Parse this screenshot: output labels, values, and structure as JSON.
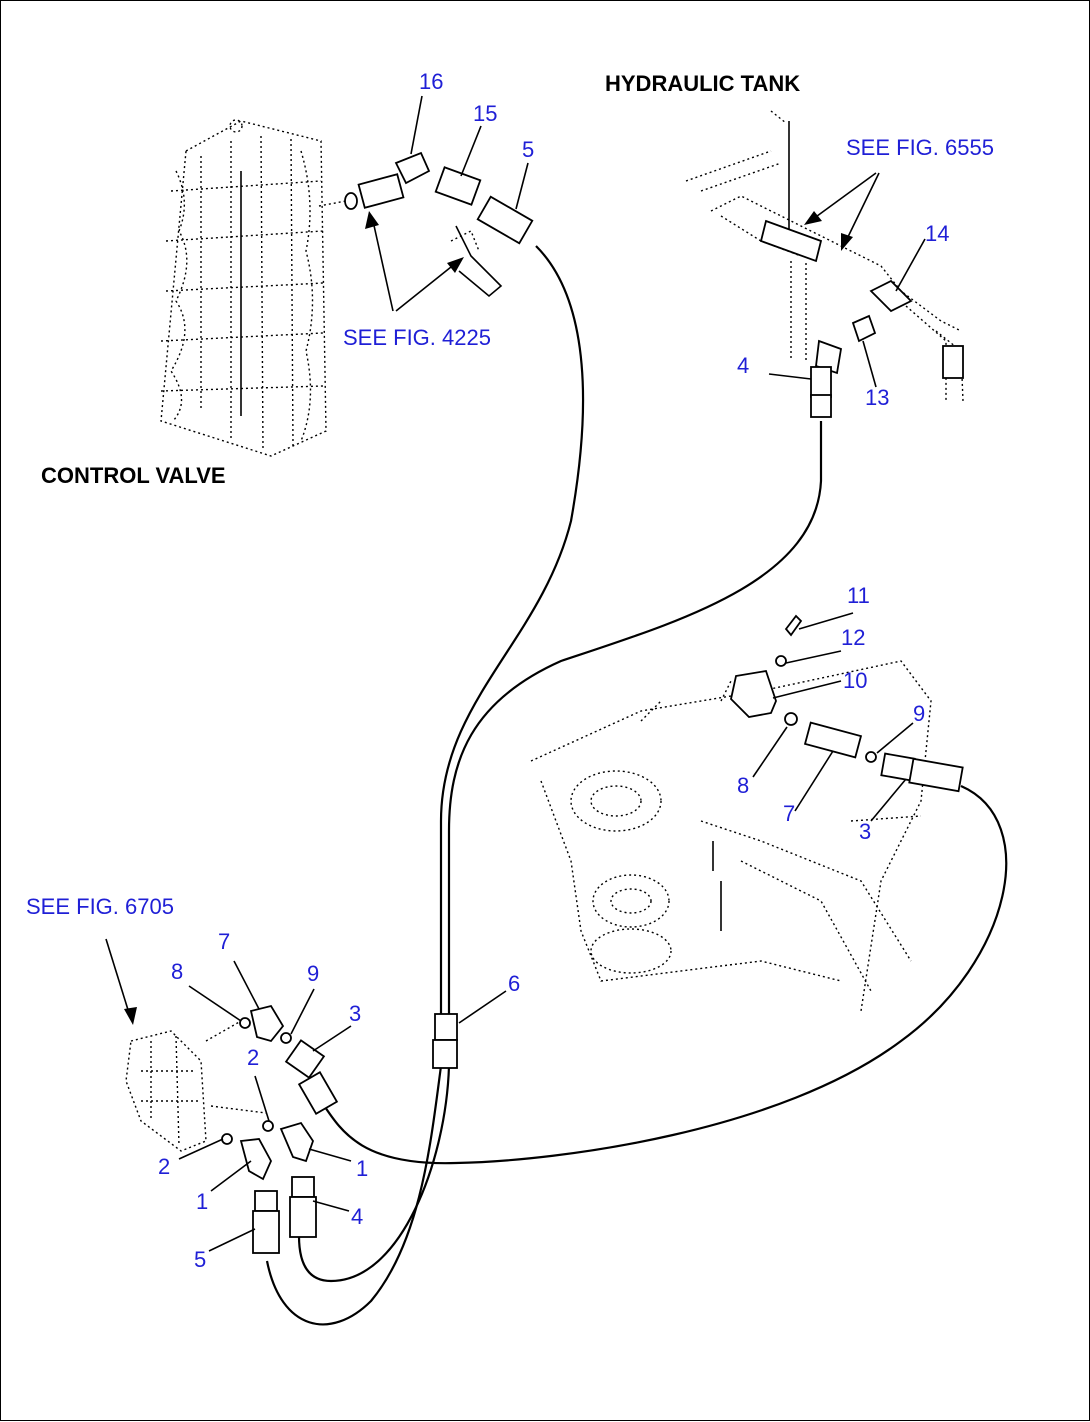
{
  "components": {
    "control_valve": "CONTROL VALVE",
    "hydraulic_tank": "HYDRAULIC TANK"
  },
  "references": {
    "fig_4225": "SEE FIG. 4225",
    "fig_6555": "SEE FIG. 6555",
    "fig_6705": "SEE FIG. 6705"
  },
  "callouts": {
    "c16": "16",
    "c15": "15",
    "c5_top": "5",
    "c14": "14",
    "c4_tank": "4",
    "c13": "13",
    "c11": "11",
    "c12": "12",
    "c10": "10",
    "c9_r": "9",
    "c8_r": "8",
    "c7_r": "7",
    "c3_r": "3",
    "c6": "6",
    "c7_l": "7",
    "c8_l": "8",
    "c9_l": "9",
    "c3_l": "3",
    "c2_mid": "2",
    "c2_l": "2",
    "c1_l": "1",
    "c1_r": "1",
    "c4_l": "4",
    "c5_l": "5"
  },
  "colors": {
    "callout": "#1f1fd6",
    "linework": "#000000"
  }
}
